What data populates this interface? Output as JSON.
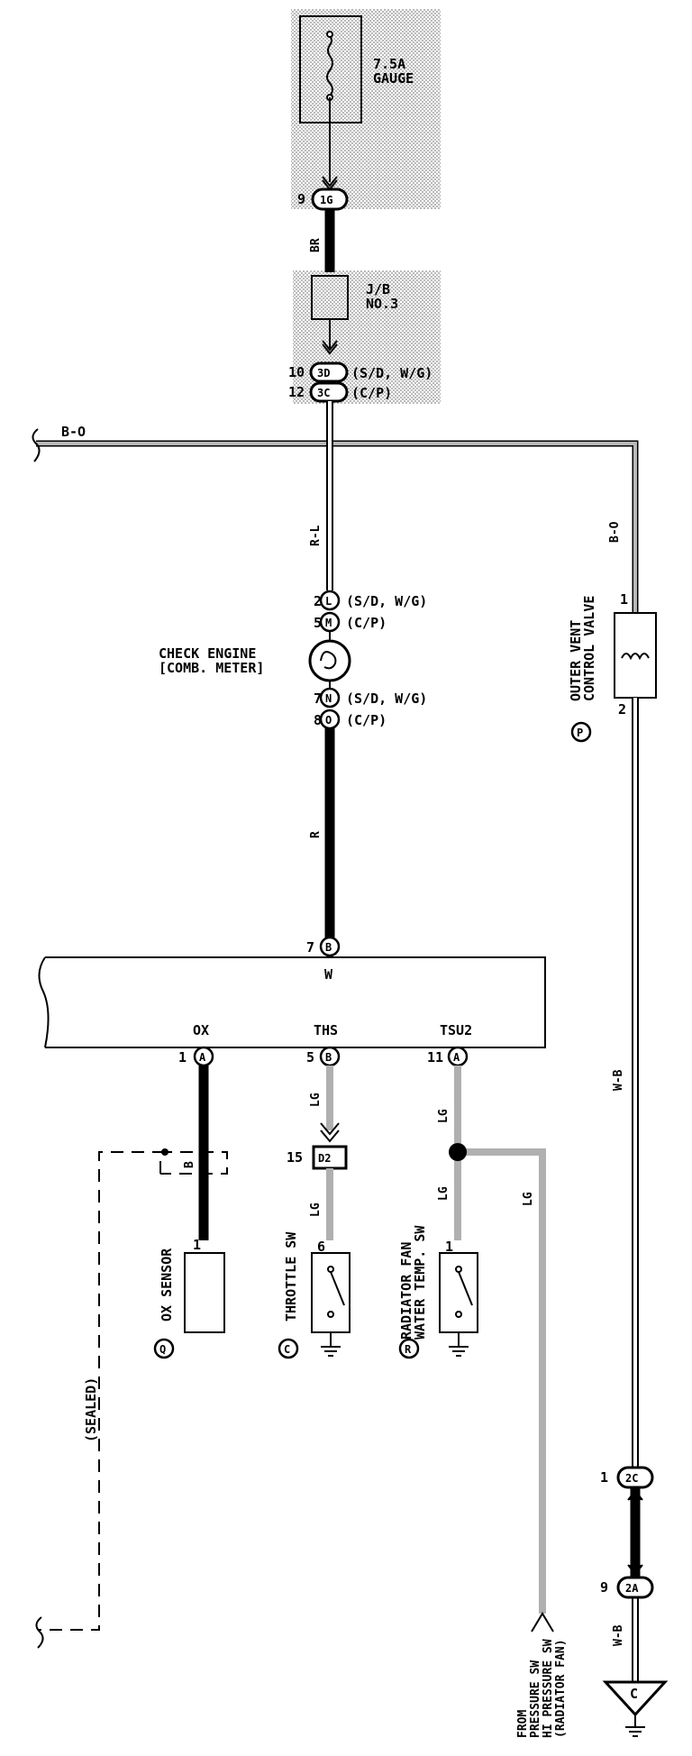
{
  "fuse": {
    "rating": "7.5A",
    "name": "GAUGE"
  },
  "connectors": {
    "c1G": {
      "pin": "9",
      "code": "1G"
    },
    "c3D": {
      "pin": "10",
      "code": "3D",
      "note": "(S/D, W/G)"
    },
    "c3C": {
      "pin": "12",
      "code": "3C",
      "note": "(C/P)"
    },
    "c2C": {
      "pin": "1",
      "code": "2C"
    },
    "c2A": {
      "pin": "9",
      "code": "2A"
    },
    "cD2": {
      "pin": "15",
      "code": "D2"
    }
  },
  "junction_block": {
    "line1": "J/B",
    "line2": "NO.3"
  },
  "wires": {
    "br": "BR",
    "bo_left": "B-O",
    "bo_right": "B-O",
    "rl": "R-L",
    "r": "R",
    "w": "W",
    "lg_ths": "LG",
    "lg_ths2": "LG",
    "lg_tsu_upper": "LG",
    "lg_tsu_lower": "LG",
    "lg_branch": "LG",
    "wb_upper": "W-B",
    "wb_lower": "W-B",
    "b_sealed": "B"
  },
  "check_engine": {
    "line1": "CHECK ENGINE",
    "line2": "[COMB. METER]",
    "pins": [
      {
        "num": "2",
        "code": "L",
        "note": "(S/D, W/G)"
      },
      {
        "num": "5",
        "code": "M",
        "note": "(C/P)"
      },
      {
        "num": "7",
        "code": "N",
        "note": "(S/D, W/G)"
      },
      {
        "num": "8",
        "code": "O",
        "note": "(C/P)"
      }
    ]
  },
  "ecu": {
    "top_pin": {
      "num": "7",
      "code": "B"
    },
    "terminals": [
      {
        "name": "OX",
        "num": "1",
        "code": "A"
      },
      {
        "name": "THS",
        "num": "5",
        "code": "B"
      },
      {
        "name": "TSU2",
        "num": "11",
        "code": "A"
      }
    ]
  },
  "components": {
    "outer_vent": {
      "line1": "OUTER VENT",
      "line2": "CONTROL VALVE",
      "code": "P",
      "pin_top": "1",
      "pin_bottom": "2"
    },
    "ox_sensor": {
      "name": "OX SENSOR",
      "code": "Q",
      "pin": "1"
    },
    "throttle_sw": {
      "name": "THROTTLE SW",
      "code": "C",
      "pin": "6"
    },
    "radiator_fan_sw": {
      "line1": "RADIATOR FAN",
      "line2": "WATER TEMP. SW",
      "code": "R",
      "pin": "1"
    }
  },
  "sealed_label": "(SEALED)",
  "from_pressure": {
    "line1": "FROM",
    "line2": "PRESSURE SW",
    "line3": "HI PRESSURE SW",
    "line4": "(RADIATOR FAN)"
  },
  "ground_c": "C"
}
